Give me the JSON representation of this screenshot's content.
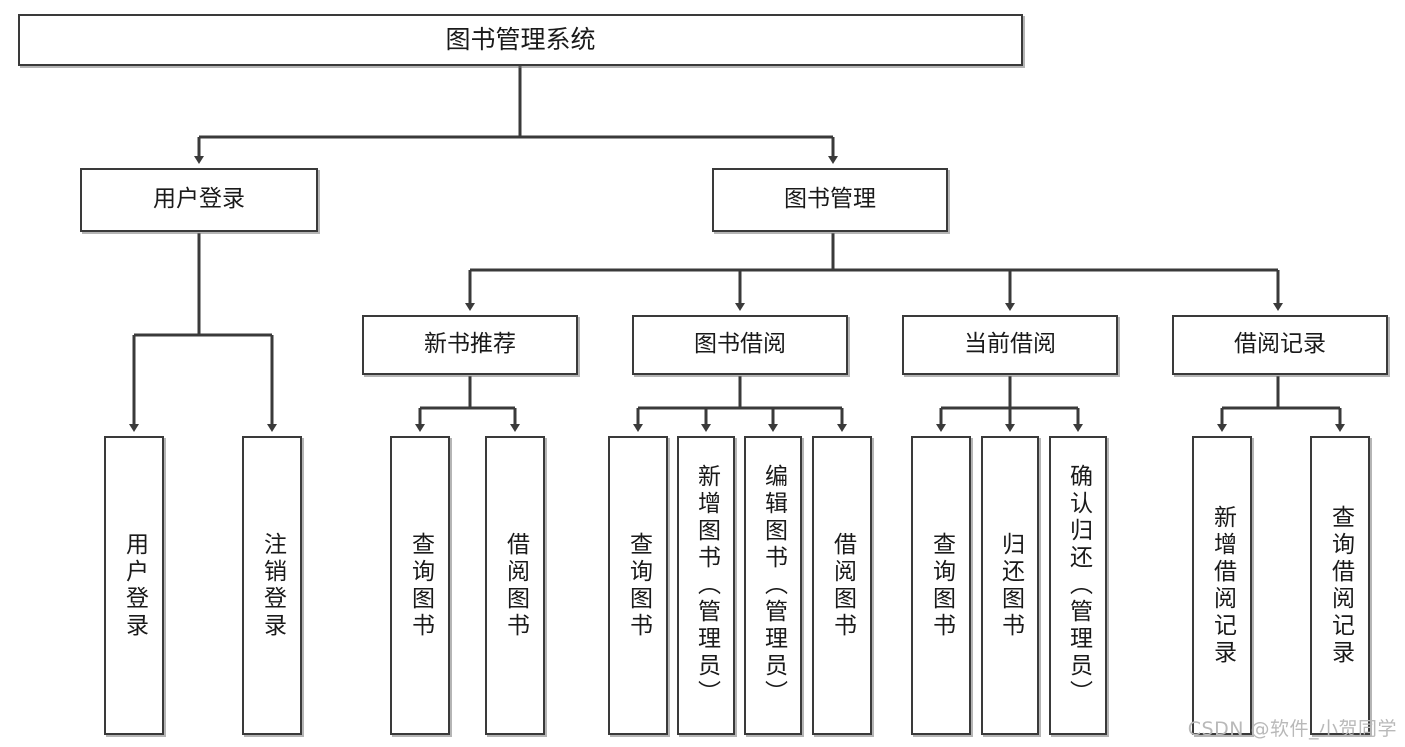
{
  "diagram": {
    "type": "tree-hierarchy",
    "title": "图书管理系统",
    "watermark": "CSDN @软件_小贺同学",
    "colors": {
      "box_border": "#3a3a3a",
      "box_fill": "#ffffff",
      "connector": "#3a3a3a",
      "text": "#1a1a1a",
      "watermark": "#b9b9b9"
    },
    "nodes": {
      "root": {
        "label": "图书管理系统"
      },
      "level2": [
        {
          "label": "用户登录"
        },
        {
          "label": "图书管理"
        }
      ],
      "level3": [
        {
          "label": "新书推荐"
        },
        {
          "label": "图书借阅"
        },
        {
          "label": "当前借阅"
        },
        {
          "label": "借阅记录"
        }
      ],
      "leaves": {
        "user_login": [
          {
            "label": "用户登录"
          },
          {
            "label": "注销登录"
          }
        ],
        "new_book_recommend": [
          {
            "label": "查询图书"
          },
          {
            "label": "借阅图书"
          }
        ],
        "book_borrow": [
          {
            "label": "查询图书"
          },
          {
            "label": "新增图书（管理员）"
          },
          {
            "label": "编辑图书（管理员）"
          },
          {
            "label": "借阅图书"
          }
        ],
        "current_borrow": [
          {
            "label": "查询图书"
          },
          {
            "label": "归还图书"
          },
          {
            "label": "确认归还（管理员）"
          }
        ],
        "borrow_record": [
          {
            "label": "新增借阅记录"
          },
          {
            "label": "查询借阅记录"
          }
        ]
      }
    }
  }
}
